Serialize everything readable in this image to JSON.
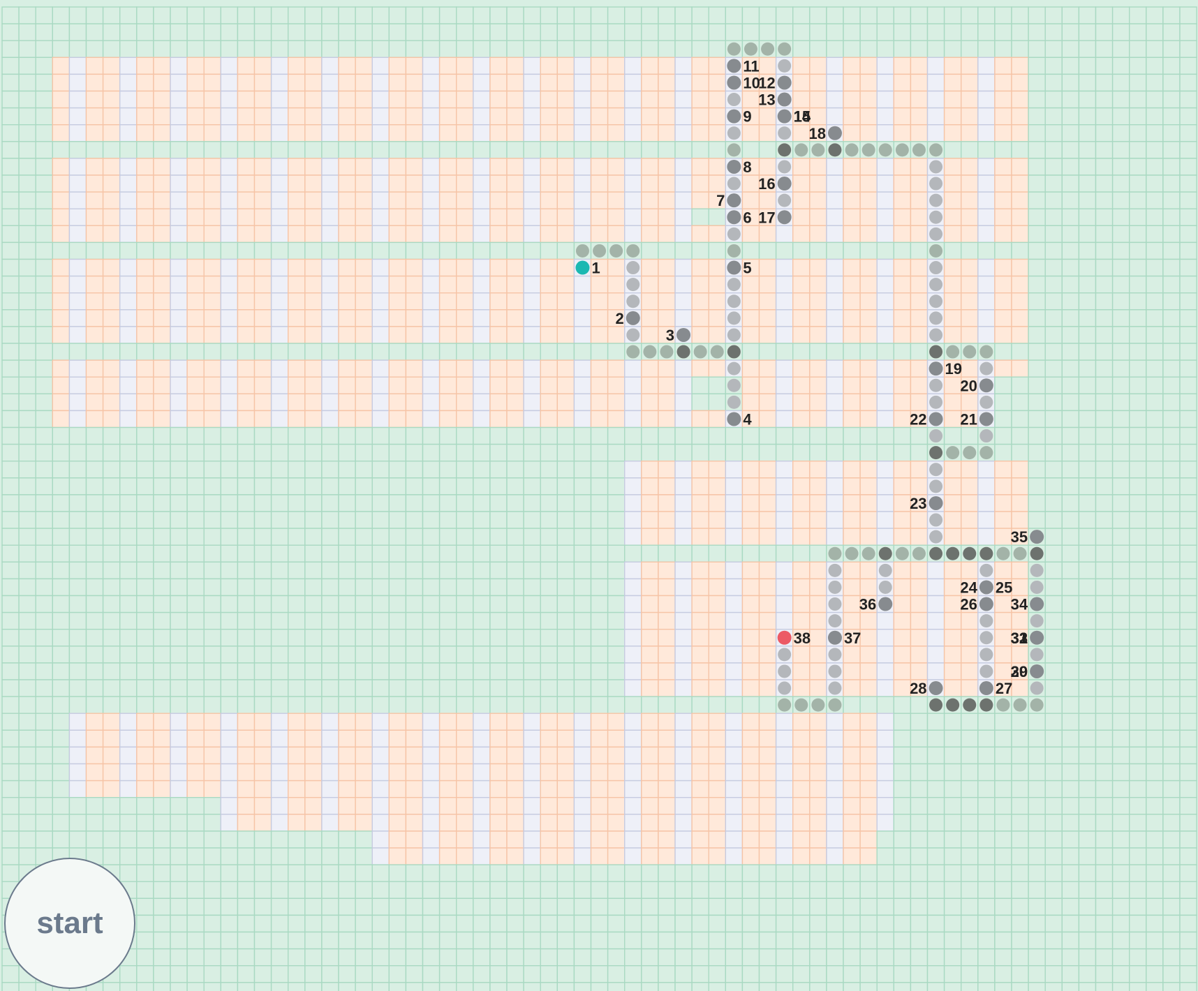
{
  "start_button": {
    "label": "start"
  },
  "colors": {
    "background": "#d8efe3",
    "block": "#ffe9da",
    "lane": "#eef0f8",
    "dot_light": "#b4b7bb",
    "dot_medium": "#878b8f",
    "dot_dark": "#6d726e",
    "dot_green": "#a3b3a8",
    "start_dot": "#1bb8b2",
    "end_dot": "#ec5a65"
  },
  "waypoints": [
    {
      "label": "1",
      "col": 34,
      "row": 15,
      "kind": "start"
    },
    {
      "label": "2",
      "col": 37,
      "row": 18,
      "side": "left"
    },
    {
      "label": "3",
      "col": 40,
      "row": 19,
      "side": "left"
    },
    {
      "label": "4",
      "col": 43,
      "row": 24
    },
    {
      "label": "5",
      "col": 43,
      "row": 15
    },
    {
      "label": "6",
      "col": 43,
      "row": 12
    },
    {
      "label": "7",
      "col": 43,
      "row": 11,
      "side": "left"
    },
    {
      "label": "8",
      "col": 43,
      "row": 9
    },
    {
      "label": "9",
      "col": 43,
      "row": 6
    },
    {
      "label": "10",
      "col": 43,
      "row": 4
    },
    {
      "label": "11",
      "col": 43,
      "row": 3
    },
    {
      "label": "12",
      "col": 46,
      "row": 4,
      "side": "left"
    },
    {
      "label": "13",
      "col": 46,
      "row": 5,
      "side": "left"
    },
    {
      "label": "14",
      "col": 46,
      "row": 6
    },
    {
      "label": "15",
      "col": 46,
      "row": 6
    },
    {
      "label": "16",
      "col": 46,
      "row": 10,
      "side": "left"
    },
    {
      "label": "17",
      "col": 46,
      "row": 12,
      "side": "left"
    },
    {
      "label": "18",
      "col": 49,
      "row": 7,
      "side": "left"
    },
    {
      "label": "19",
      "col": 55,
      "row": 21
    },
    {
      "label": "20",
      "col": 58,
      "row": 22,
      "side": "left"
    },
    {
      "label": "21",
      "col": 58,
      "row": 24,
      "side": "left"
    },
    {
      "label": "22",
      "col": 55,
      "row": 24,
      "side": "left"
    },
    {
      "label": "23",
      "col": 55,
      "row": 29,
      "side": "left"
    },
    {
      "label": "24",
      "col": 58,
      "row": 34,
      "side": "left"
    },
    {
      "label": "25",
      "col": 58,
      "row": 34
    },
    {
      "label": "26",
      "col": 58,
      "row": 35,
      "side": "left"
    },
    {
      "label": "27",
      "col": 58,
      "row": 40
    },
    {
      "label": "28",
      "col": 55,
      "row": 40,
      "side": "left"
    },
    {
      "label": "29",
      "col": 61,
      "row": 39,
      "side": "left"
    },
    {
      "label": "30",
      "col": 61,
      "row": 39,
      "side": "left"
    },
    {
      "label": "31",
      "col": 61,
      "row": 37,
      "side": "left"
    },
    {
      "label": "32",
      "col": 61,
      "row": 37,
      "side": "left"
    },
    {
      "label": "33",
      "col": 61,
      "row": 37,
      "side": "left"
    },
    {
      "label": "34",
      "col": 61,
      "row": 35,
      "side": "left"
    },
    {
      "label": "35",
      "col": 61,
      "row": 31,
      "side": "left"
    },
    {
      "label": "36",
      "col": 52,
      "row": 35,
      "side": "left"
    },
    {
      "label": "37",
      "col": 49,
      "row": 37
    },
    {
      "label": "38",
      "col": 46,
      "row": 37,
      "kind": "end"
    }
  ]
}
